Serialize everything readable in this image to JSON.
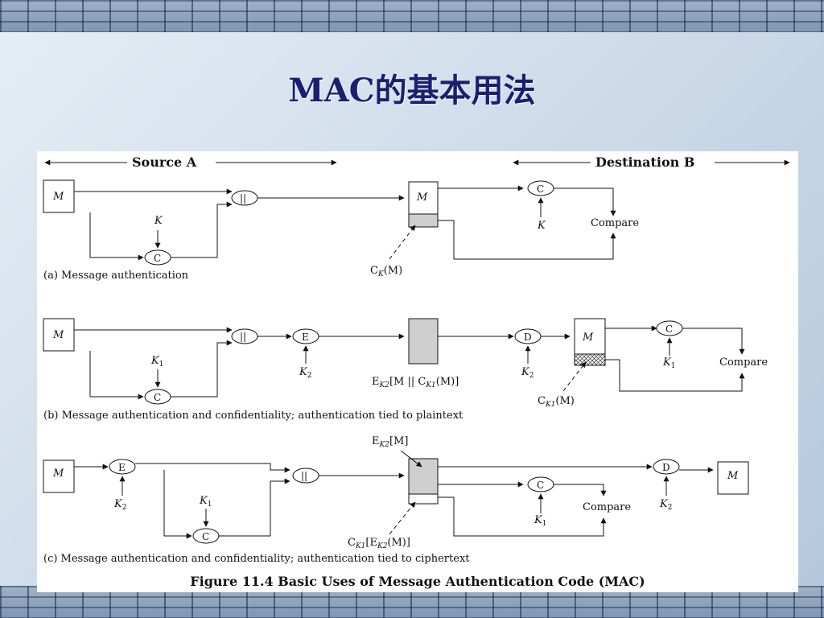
{
  "slide": {
    "title": "MAC的基本用法"
  },
  "headers": {
    "source": "Source A",
    "dest": "Destination B"
  },
  "panel_a": {
    "caption": "(a) Message authentication",
    "m": "M",
    "concat": "||",
    "c": "C",
    "k": "K",
    "compare": "Compare",
    "ck_main": "C",
    "ck_sub": "K",
    "ck_tail": "(M)"
  },
  "panel_b": {
    "caption": "(b) Message authentication and confidentiality; authentication tied to plaintext",
    "m": "M",
    "concat": "||",
    "c": "C",
    "e": "E",
    "d": "D",
    "k1_main": "K",
    "k1_sub": "1",
    "k2_main": "K",
    "k2_sub": "2",
    "compare": "Compare",
    "ek_pre": "E",
    "ek_sub": "K2",
    "ek_mid": "[M || C",
    "ek_sub2": "K1",
    "ek_tail": "(M)]",
    "ck_main": "C",
    "ck_sub": "K1",
    "ck_tail": "(M)"
  },
  "panel_c": {
    "caption": "(c) Message authentication and confidentiality; authentication tied to ciphertext",
    "m": "M",
    "concat": "||",
    "c": "C",
    "e": "E",
    "d": "D",
    "k1_main": "K",
    "k1_sub": "1",
    "k2_main": "K",
    "k2_sub": "2",
    "compare": "Compare",
    "ek_main": "E",
    "ek_sub": "K2",
    "ek_tail": "[M]",
    "ck_main": "C",
    "ck_sub": "K1",
    "ck_mid": "[E",
    "ck_sub2": "K2",
    "ck_tail": "(M)]"
  },
  "figure_caption": "Figure 11.4  Basic Uses of Message Authentication Code (MAC)"
}
